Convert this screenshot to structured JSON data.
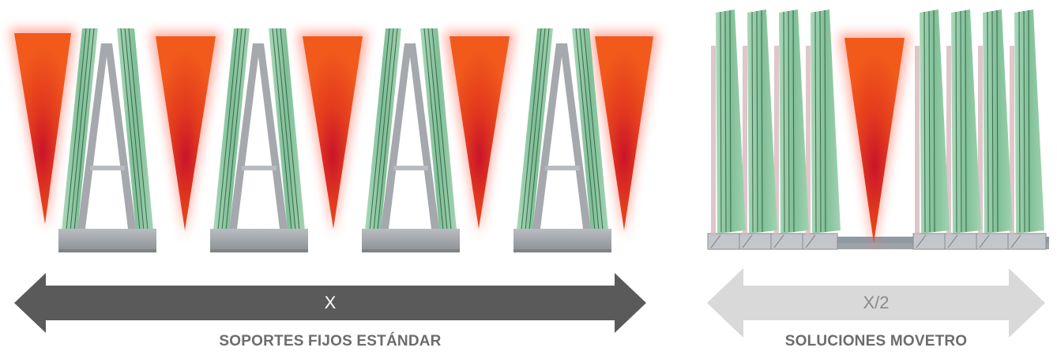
{
  "left_panel": {
    "arrow_label": "X",
    "caption": "SOPORTES FIJOS ESTÁNDAR",
    "arrow_color": "#5a5a5a"
  },
  "right_panel": {
    "arrow_label": "X/2",
    "caption": "SOLUCIONES MOVETRO",
    "arrow_color": "#d9d9d9"
  },
  "colors": {
    "gap_zone": "#e84e1b",
    "gap_glow": "#ff5a4a",
    "glass": "#8cc4a2",
    "frame": "#a5a8ad",
    "caption_text": "#6c6c6c"
  }
}
